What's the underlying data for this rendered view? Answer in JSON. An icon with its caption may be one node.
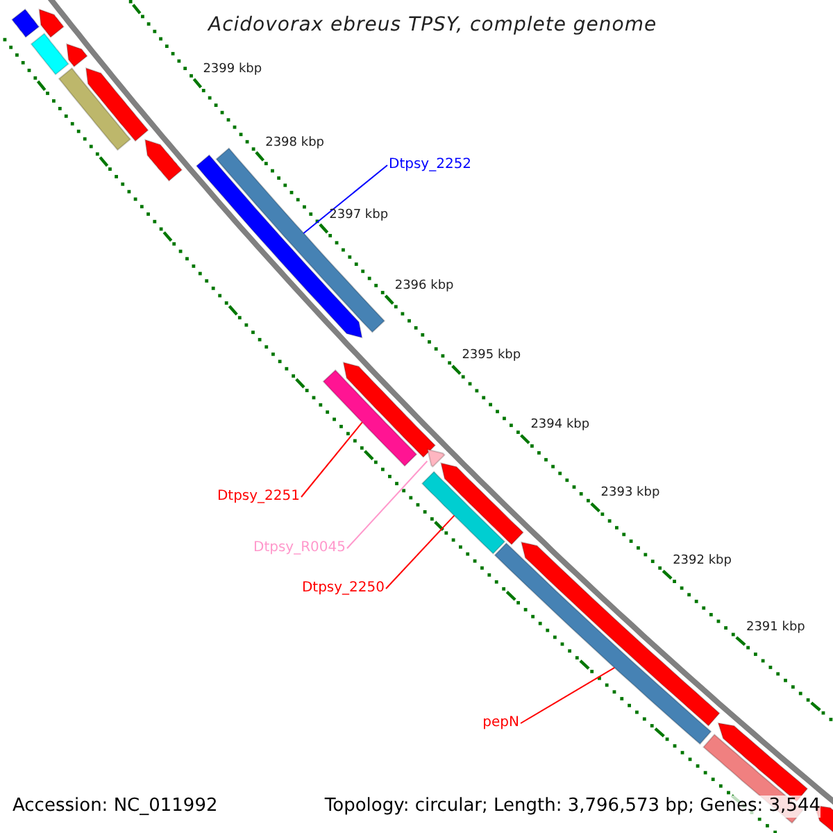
{
  "diagram": {
    "title": "Acidovorax ebreus TPSY, complete genome",
    "nodes": [
      {
        "text": [],
        "shape": "arrow"
      },
      {
        "text": [],
        "shape": "bar"
      },
      {
        "text": [],
        "shape": "bar"
      },
      {
        "text": [],
        "shape": "arrow"
      },
      {
        "text": [],
        "shape": "arrow"
      },
      {
        "text": [],
        "shape": "bar"
      },
      {
        "text": [],
        "shape": "arrow"
      },
      {
        "text": [
          "Dtpsy_2252"
        ]
      },
      {
        "text": [],
        "shape": "bar"
      },
      {
        "text": [],
        "shape": "arrow"
      },
      {
        "text": [],
        "shape": "arrow"
      },
      {
        "text": [],
        "shape": "bar"
      },
      {
        "text": [
          "Dtpsy_2251"
        ]
      },
      {
        "text": [],
        "shape": "arrow"
      },
      {
        "text": [
          "Dtpsy_R0045"
        ]
      },
      {
        "text": [],
        "shape": "arrow"
      },
      {
        "text": [],
        "shape": "bar"
      },
      {
        "text": [
          "Dtpsy_2250"
        ]
      },
      {
        "text": [],
        "shape": "arrow"
      },
      {
        "text": [],
        "shape": "bar"
      },
      {
        "text": [
          "pepN"
        ]
      },
      {
        "text": [],
        "shape": "arrow"
      },
      {
        "text": [],
        "shape": "bar"
      },
      {
        "text": [],
        "shape": "arrow"
      }
    ],
    "edges": [
      {
        "from": 7,
        "to": 8,
        "arrow": "none",
        "color": "#0000ff"
      },
      {
        "from": 12,
        "to": 11,
        "arrow": "none"
      },
      {
        "from": 14,
        "to": 13,
        "arrow": "none",
        "color": "#ff99cc"
      },
      {
        "from": 17,
        "to": 16,
        "arrow": "none"
      },
      {
        "from": 20,
        "to": 19,
        "arrow": "none"
      }
    ],
    "labels": [
      "2399 kbp",
      "2398 kbp",
      "2397 kbp",
      "2396 kbp",
      "2395 kbp",
      "2394 kbp",
      "2393 kbp",
      "2392 kbp",
      "2391 kbp",
      "Accession: NC_011992",
      "Topology: circular; Length: 3,796,573 bp; Genes: 3,544"
    ]
  }
}
